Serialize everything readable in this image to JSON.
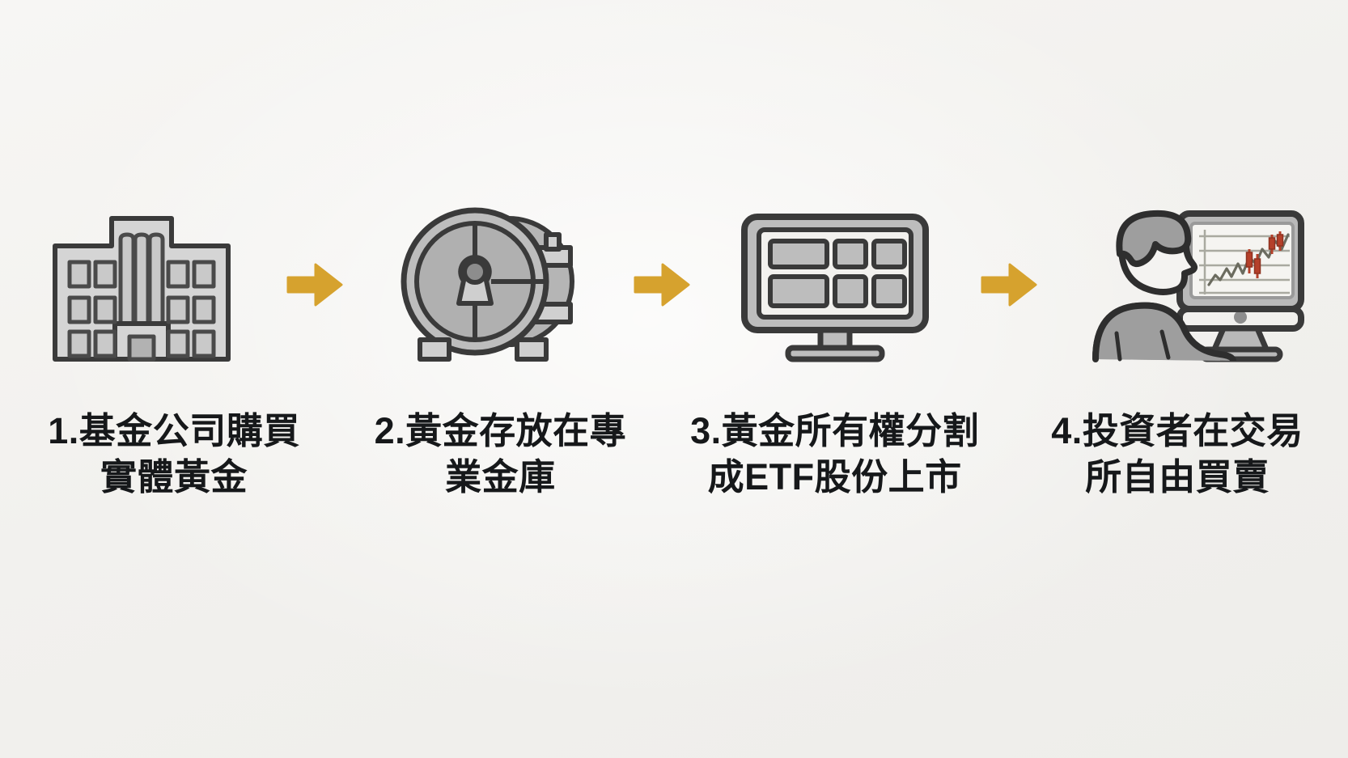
{
  "background_color": "#f4f3f1",
  "theme": {
    "outline": "#3a3a3a",
    "icon_fill_light": "#d9d9d9",
    "icon_fill_mid": "#b9b9b9",
    "icon_fill_dark": "#9a9a9a",
    "arrow_color": "#d6a22e",
    "text_color": "#16181a",
    "chart_line_color": "#6b6b5f",
    "chart_candle_color": "#b5402a"
  },
  "steps": [
    {
      "number": "1.",
      "icon": "fund-company-building-icon",
      "caption": "1.基金公司購買\n實體黃金",
      "caption_line1": "1.基金公司購買",
      "caption_line2": "實體黃金"
    },
    {
      "number": "2.",
      "icon": "vault-door-icon",
      "caption": "2.黃金存放在專\n業金庫",
      "caption_line1": "2.黃金存放在專",
      "caption_line2": "業金庫"
    },
    {
      "number": "3.",
      "icon": "monitor-listing-icon",
      "caption": "3.黃金所有權分割\n成ETF股份上市",
      "caption_line1": "3.黃金所有權分割",
      "caption_line2": "成ETF股份上市"
    },
    {
      "number": "4.",
      "icon": "investor-at-trading-screen-icon",
      "caption": "4.投資者在交易\n所自由買賣",
      "caption_line1": "4.投資者在交易",
      "caption_line2": "所自由買賣"
    }
  ],
  "arrows": [
    {
      "icon": "arrow-right-icon",
      "label": "步驟箭頭 1"
    },
    {
      "icon": "arrow-right-icon",
      "label": "步驟箭頭 2"
    },
    {
      "icon": "arrow-right-icon",
      "label": "步驟箭頭 3"
    }
  ]
}
